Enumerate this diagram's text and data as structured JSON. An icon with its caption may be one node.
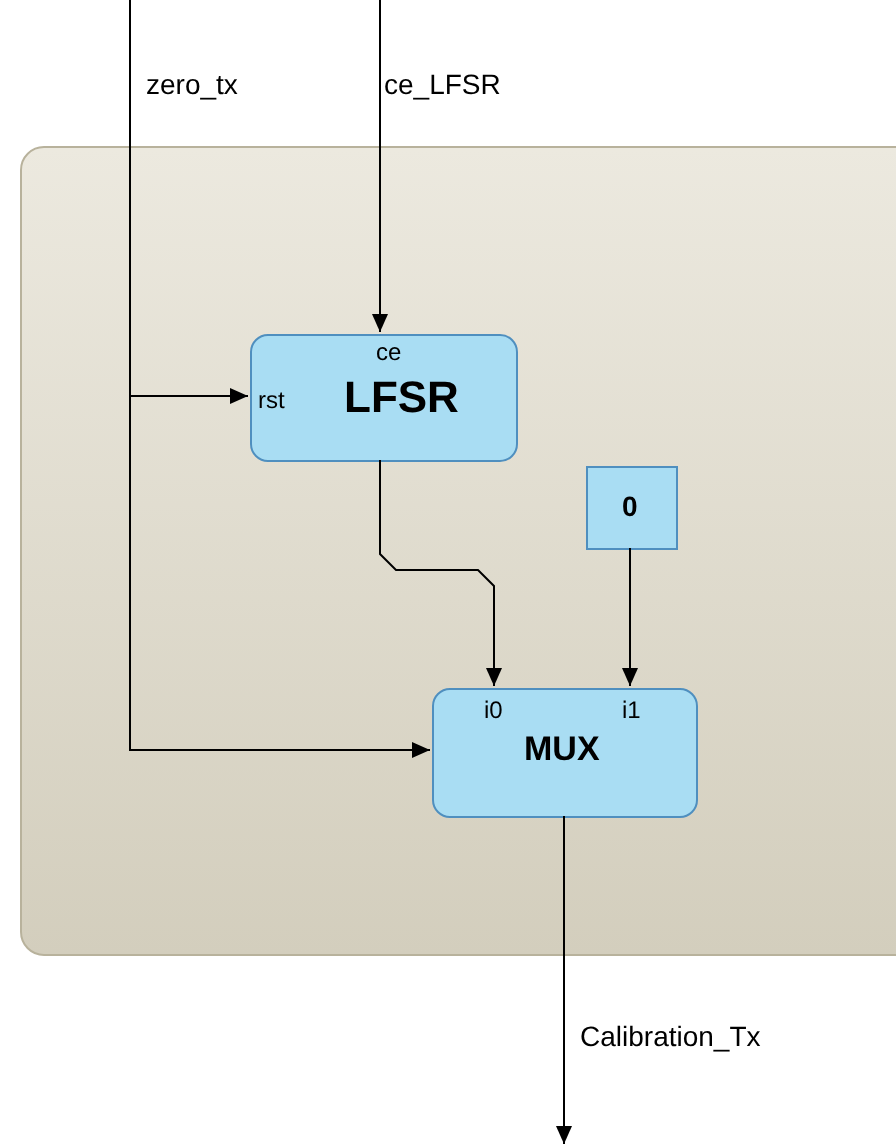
{
  "diagram": {
    "nodes": [
      {
        "text": [],
        "shape": "box"
      },
      {
        "text": [
          "ce",
          "rst",
          "LFSR"
        ],
        "in": 0
      },
      {
        "text": [
          "0"
        ],
        "in": 0
      },
      {
        "text": [
          "i0",
          "i1",
          "MUX"
        ],
        "in": 0
      }
    ],
    "edges": [
      {
        "from": null,
        "to": 1,
        "arrow": "to",
        "label": "zero_tx"
      },
      {
        "from": null,
        "to": 3,
        "arrow": "to"
      },
      {
        "from": null,
        "to": 1,
        "arrow": "to",
        "label": "ce_LFSR"
      },
      {
        "from": 1,
        "to": 3,
        "arrow": "to"
      },
      {
        "from": 2,
        "to": 3,
        "arrow": "to"
      },
      {
        "from": 3,
        "to": null,
        "arrow": "to",
        "label": "Calibration_Tx"
      }
    ]
  }
}
